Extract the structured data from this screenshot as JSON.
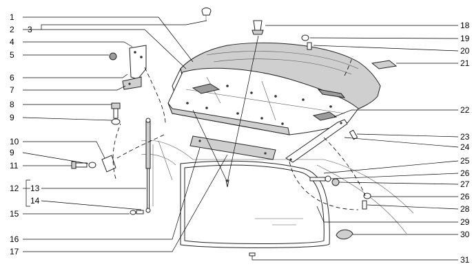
{
  "diagram": {
    "callouts_left": [
      "1",
      "2",
      "3",
      "4",
      "5",
      "6",
      "7",
      "8",
      "9",
      "10",
      "9",
      "11",
      "12",
      "13",
      "14",
      "15",
      "16",
      "17"
    ],
    "callouts_right": [
      "18",
      "19",
      "20",
      "21",
      "22",
      "23",
      "24",
      "25",
      "26",
      "27",
      "26",
      "28",
      "29",
      "30",
      "31"
    ]
  }
}
